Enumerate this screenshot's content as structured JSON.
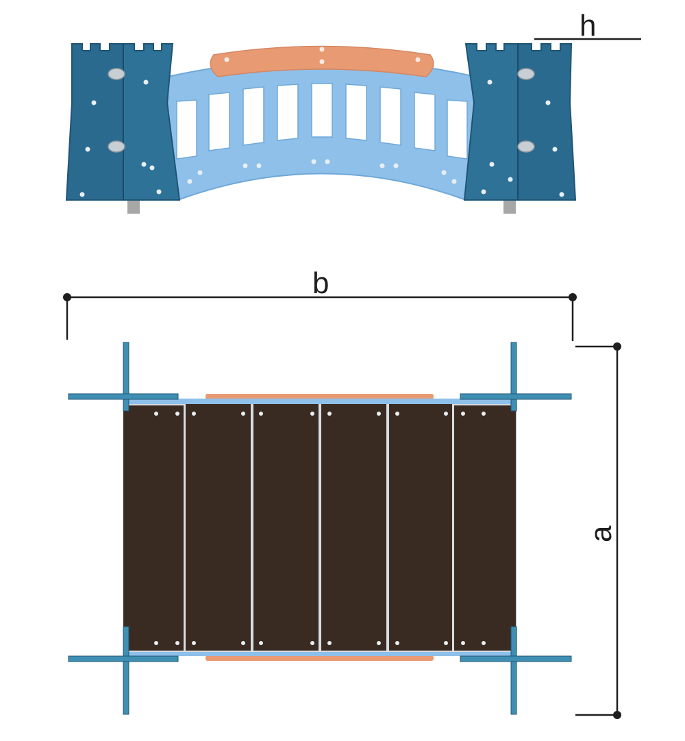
{
  "dimensions": {
    "height_label": "h",
    "width_label": "b",
    "depth_label": "a"
  },
  "colors": {
    "tower": "#2a6a8f",
    "tower_edge": "#1f5475",
    "railing": "#8ec0ea",
    "railing_edge": "#6fa8d8",
    "handrail": "#e89a73",
    "deck_board": "#3a2b22",
    "deck_gap": "#d8dde2",
    "post": "#3f8fb3",
    "bolt": "#e8eef2",
    "leg": "#a7a7a7",
    "dimension": "#1e1e1e"
  },
  "views": {
    "elevation": {
      "name": "side-elevation",
      "tower_count": 2,
      "railing_openings": 9
    },
    "plan": {
      "name": "top-plan",
      "deck_boards": 6,
      "corner_posts": 4
    }
  }
}
